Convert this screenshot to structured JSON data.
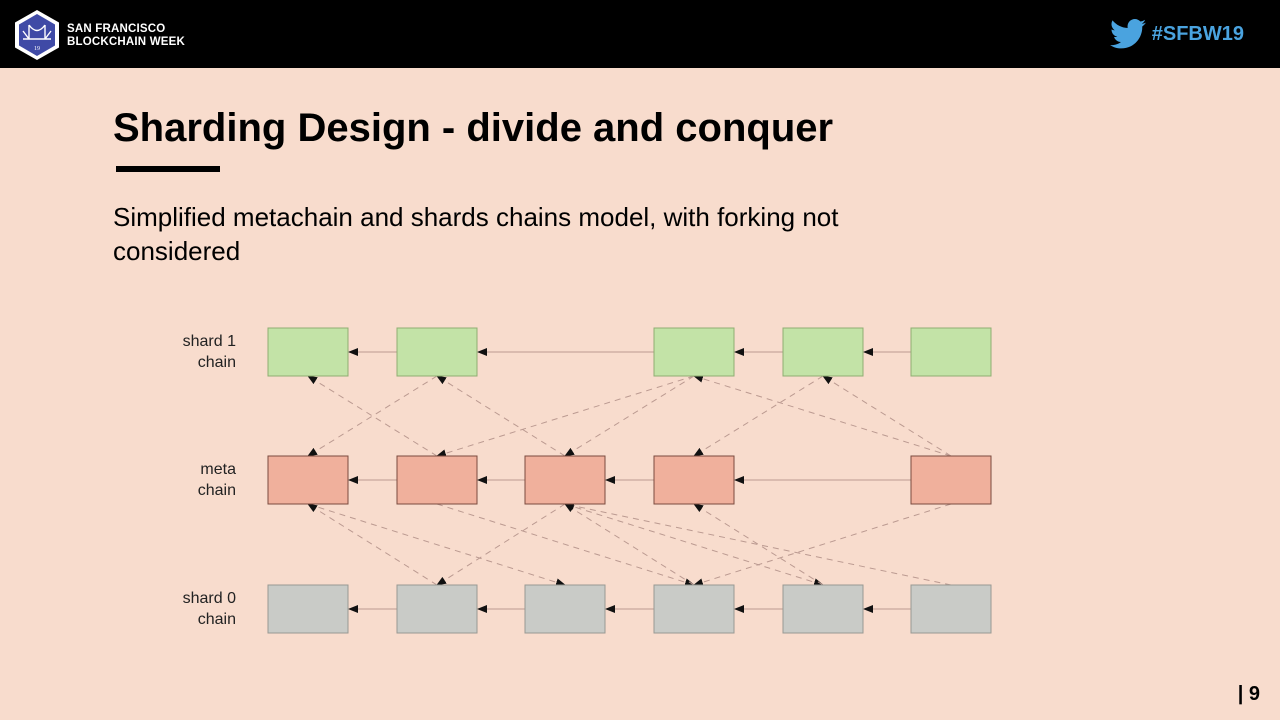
{
  "header": {
    "event_line1": "SAN FRANCISCO",
    "event_line2": "BLOCKCHAIN WEEK",
    "logo_badge": "19",
    "hashtag": "#SFBW19",
    "icons": [
      "bridge-logo-icon",
      "twitter-bird-icon"
    ]
  },
  "slide": {
    "title": "Sharding Design - divide and conquer",
    "subtitle": "Simplified metachain and shards chains model, with forking not considered",
    "page_number": "| 9"
  },
  "diagram": {
    "rows": [
      {
        "key": "shard1",
        "label_line1": "shard 1",
        "label_line2": "chain",
        "color": "#c3e3a7",
        "border": "#8fae72",
        "blocks": [
          0,
          1,
          3,
          4,
          5
        ]
      },
      {
        "key": "meta",
        "label_line1": "meta",
        "label_line2": "chain",
        "color": "#f0b09c",
        "border": "#7a4a3e",
        "blocks": [
          0,
          1,
          2,
          3,
          5
        ]
      },
      {
        "key": "shard0",
        "label_line1": "shard 0",
        "label_line2": "chain",
        "color": "#c9cbc7",
        "border": "#979993",
        "blocks": [
          0,
          1,
          2,
          3,
          4,
          5
        ]
      }
    ],
    "chain_links": [
      {
        "row": "shard1",
        "from": 1,
        "to": 0
      },
      {
        "row": "shard1",
        "from": 3,
        "to": 1
      },
      {
        "row": "shard1",
        "from": 4,
        "to": 3
      },
      {
        "row": "shard1",
        "from": 5,
        "to": 4
      },
      {
        "row": "meta",
        "from": 1,
        "to": 0
      },
      {
        "row": "meta",
        "from": 2,
        "to": 1
      },
      {
        "row": "meta",
        "from": 3,
        "to": 2
      },
      {
        "row": "meta",
        "from": 5,
        "to": 3
      },
      {
        "row": "shard0",
        "from": 1,
        "to": 0
      },
      {
        "row": "shard0",
        "from": 2,
        "to": 1
      },
      {
        "row": "shard0",
        "from": 3,
        "to": 2
      },
      {
        "row": "shard0",
        "from": 4,
        "to": 3
      },
      {
        "row": "shard0",
        "from": 5,
        "to": 4
      }
    ],
    "meta_to_shard1": [
      {
        "meta": 1,
        "shard": 0
      },
      {
        "meta": 2,
        "shard": 1
      },
      {
        "meta": 5,
        "shard": 3
      },
      {
        "meta": 5,
        "shard": 4
      }
    ],
    "shard1_to_meta": [
      {
        "shard": 1,
        "meta": 0
      },
      {
        "shard": 3,
        "meta": 1
      },
      {
        "shard": 3,
        "meta": 2
      },
      {
        "shard": 4,
        "meta": 3
      }
    ],
    "meta_to_shard0": [
      {
        "meta": 0,
        "shard": 2
      },
      {
        "meta": 1,
        "shard": 3
      },
      {
        "meta": 2,
        "shard": 1
      },
      {
        "meta": 2,
        "shard": 4
      },
      {
        "meta": 5,
        "shard": 3
      }
    ],
    "shard0_to_meta": [
      {
        "shard": 1,
        "meta": 0
      },
      {
        "shard": 3,
        "meta": 2
      },
      {
        "shard": 4,
        "meta": 3
      },
      {
        "shard": 5,
        "meta": 2
      }
    ],
    "colors": {
      "link": "#bb9a91",
      "arrowhead": "#111111"
    }
  }
}
